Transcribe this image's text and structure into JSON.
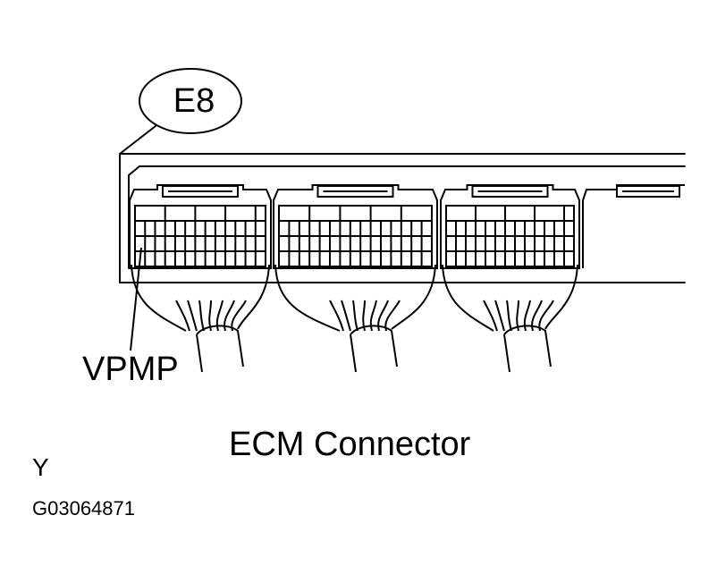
{
  "connector_id": "E8",
  "pin_label": "VPMP",
  "caption": "ECM Connector",
  "view_letter": "Y",
  "figure_code": "G03064871",
  "colors": {
    "line": "#000000",
    "background": "#ffffff"
  }
}
